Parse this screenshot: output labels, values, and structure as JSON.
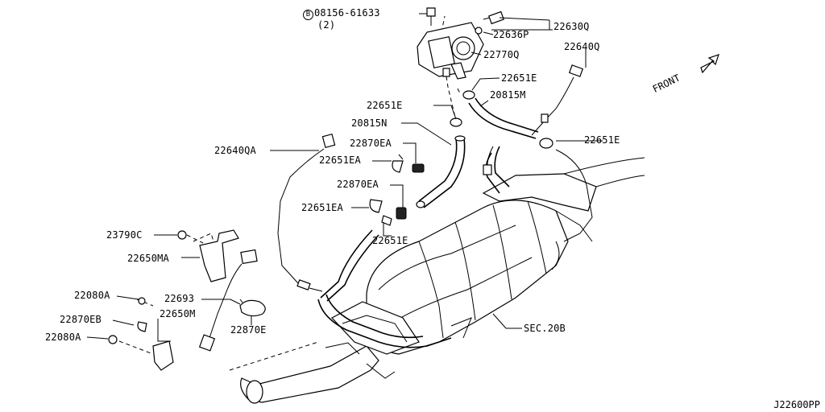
{
  "diagram": {
    "drawing_code": "J22600PP",
    "direction_label": "FRONT",
    "bolt_symbol": "B",
    "labels": [
      {
        "id": "l08156",
        "text": "08156-61633",
        "sub": "(2)"
      },
      {
        "id": "l22630Q",
        "text": "22630Q"
      },
      {
        "id": "l22636P",
        "text": "22636P"
      },
      {
        "id": "l22770Q",
        "text": "22770Q"
      },
      {
        "id": "l22640Q",
        "text": "22640Q"
      },
      {
        "id": "l22651E_a",
        "text": "22651E"
      },
      {
        "id": "l20815M",
        "text": "20815M"
      },
      {
        "id": "l22651E_b",
        "text": "22651E"
      },
      {
        "id": "l20815N",
        "text": "20815N"
      },
      {
        "id": "l22651E_c",
        "text": "22651E"
      },
      {
        "id": "l22640QA",
        "text": "22640QA"
      },
      {
        "id": "l22870EA_a",
        "text": "22870EA"
      },
      {
        "id": "l22651EA_a",
        "text": "22651EA"
      },
      {
        "id": "l22870EA_b",
        "text": "22870EA"
      },
      {
        "id": "l22651EA_b",
        "text": "22651EA"
      },
      {
        "id": "l22651E_d",
        "text": "22651E"
      },
      {
        "id": "l23790C",
        "text": "23790C"
      },
      {
        "id": "l22650MA",
        "text": "22650MA"
      },
      {
        "id": "l22080A_a",
        "text": "22080A"
      },
      {
        "id": "l22693",
        "text": "22693"
      },
      {
        "id": "l22650M",
        "text": "22650M"
      },
      {
        "id": "l22870EB",
        "text": "22870EB"
      },
      {
        "id": "l22870E",
        "text": "22870E"
      },
      {
        "id": "l22080A_b",
        "text": "22080A"
      },
      {
        "id": "lSEC",
        "text": "SEC.20B"
      }
    ]
  }
}
